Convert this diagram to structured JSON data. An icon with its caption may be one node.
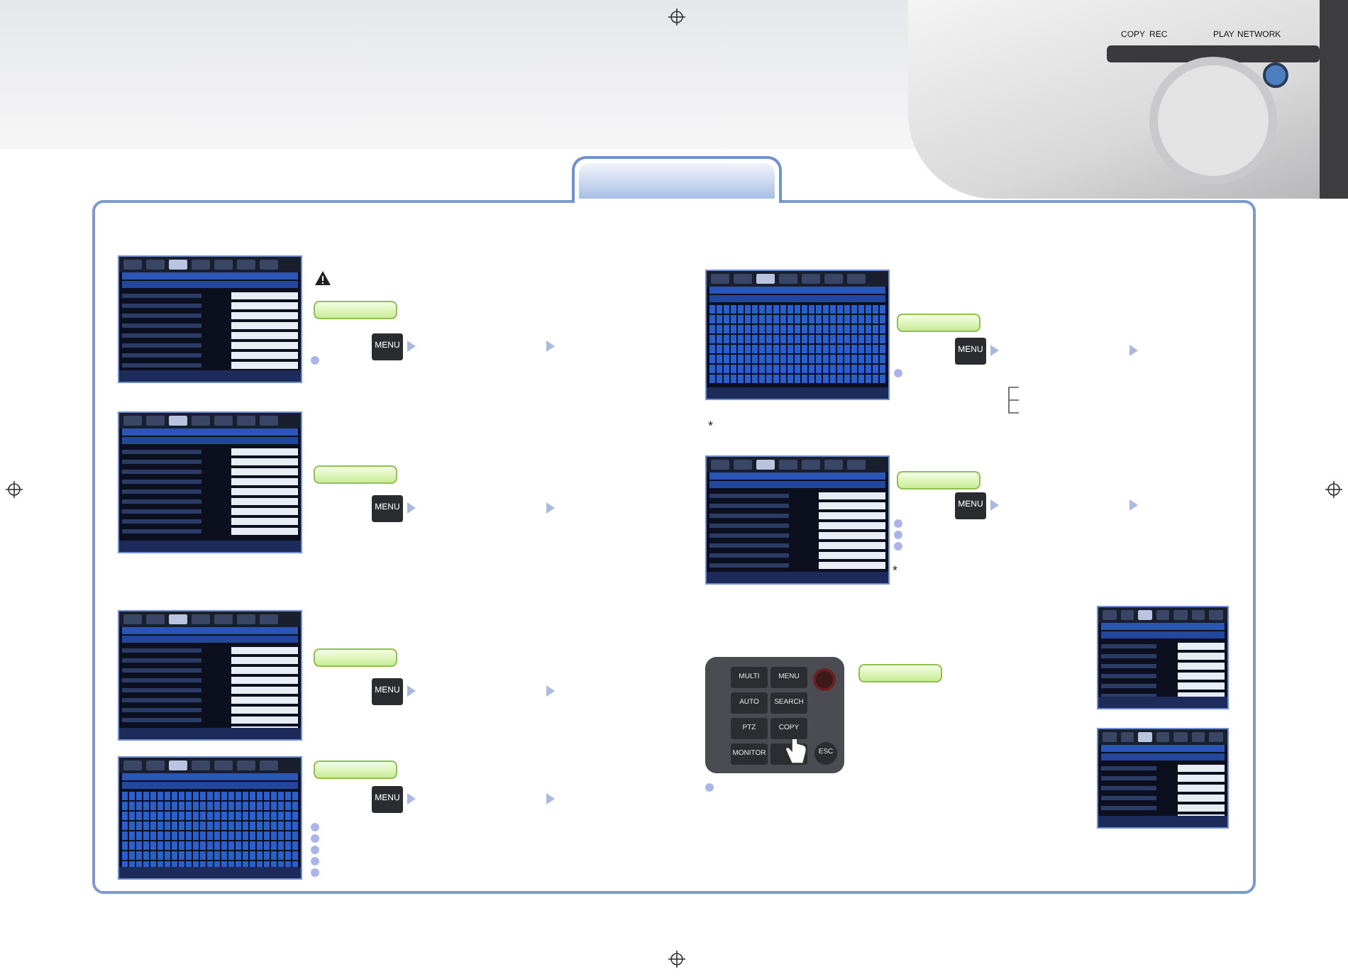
{
  "diagram": {
    "nodes": [
      {
        "text": [],
        "shape": "box"
      },
      {
        "text": [
          "MENU"
        ]
      },
      {
        "text": [],
        "shape": "box"
      },
      {
        "text": [
          "MENU"
        ]
      },
      {
        "text": [],
        "shape": "box"
      },
      {
        "text": [
          "MENU"
        ]
      },
      {
        "text": [],
        "shape": "box"
      },
      {
        "text": [
          "MENU"
        ]
      },
      {
        "text": [],
        "shape": "box"
      },
      {
        "text": [
          "MENU"
        ]
      },
      {
        "text": [],
        "shape": "box"
      },
      {
        "text": [
          "MENU"
        ]
      },
      {
        "text": [],
        "shape": "box"
      }
    ],
    "labels": [
      "COPY",
      "REC",
      "PLAY",
      "NETWORK",
      "MULTI",
      "MENU",
      "AUTO",
      "SEARCH",
      "PTZ",
      "COPY",
      "MONITOR",
      "ESC",
      "*",
      "*"
    ]
  }
}
